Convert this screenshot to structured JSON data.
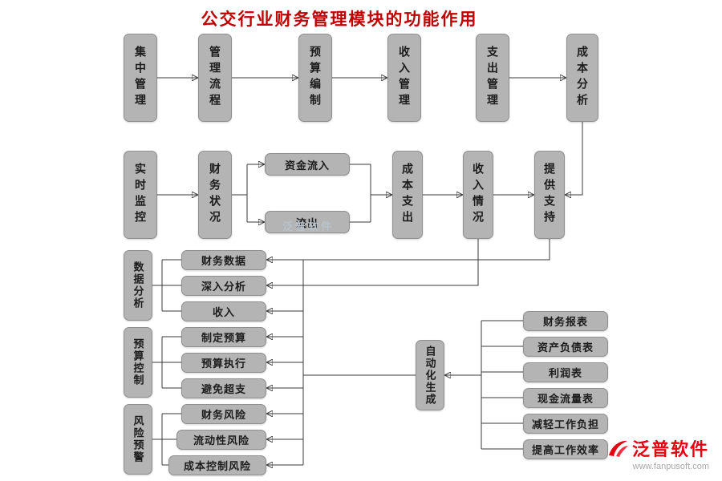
{
  "title": "公交行业财务管理模块的功能作用",
  "flow": {
    "row1": [
      "集中管理",
      "管理流程",
      "预算编制",
      "收入管理",
      "支出管理",
      "成本分析"
    ],
    "row2": [
      "实时监控",
      "财务状况",
      "资金流入",
      "流出",
      "成本支出",
      "收入情况",
      "提供支持"
    ],
    "groups": [
      {
        "label": "数据分析",
        "items": [
          "财务数据",
          "深入分析",
          "收入"
        ]
      },
      {
        "label": "预算控制",
        "items": [
          "制定预算",
          "预算执行",
          "避免超支"
        ]
      },
      {
        "label": "风险预警",
        "items": [
          "财务风险",
          "流动性风险",
          "成本控制风险"
        ]
      }
    ],
    "auto_node": "自动化生成",
    "outputs": [
      "财务报表",
      "资产负债表",
      "利润表",
      "现金流量表",
      "减轻工作负担",
      "提高工作效率"
    ]
  },
  "watermark": {
    "faint": "泛普软件",
    "brand": "泛普软件",
    "site": "www.fanpusoft.com"
  },
  "colors": {
    "title": "#c00000",
    "box_bg": "#b4b4b4",
    "box_border": "#8f8f8f",
    "line": "#3a3a3a",
    "brand_red": "#e60012"
  }
}
